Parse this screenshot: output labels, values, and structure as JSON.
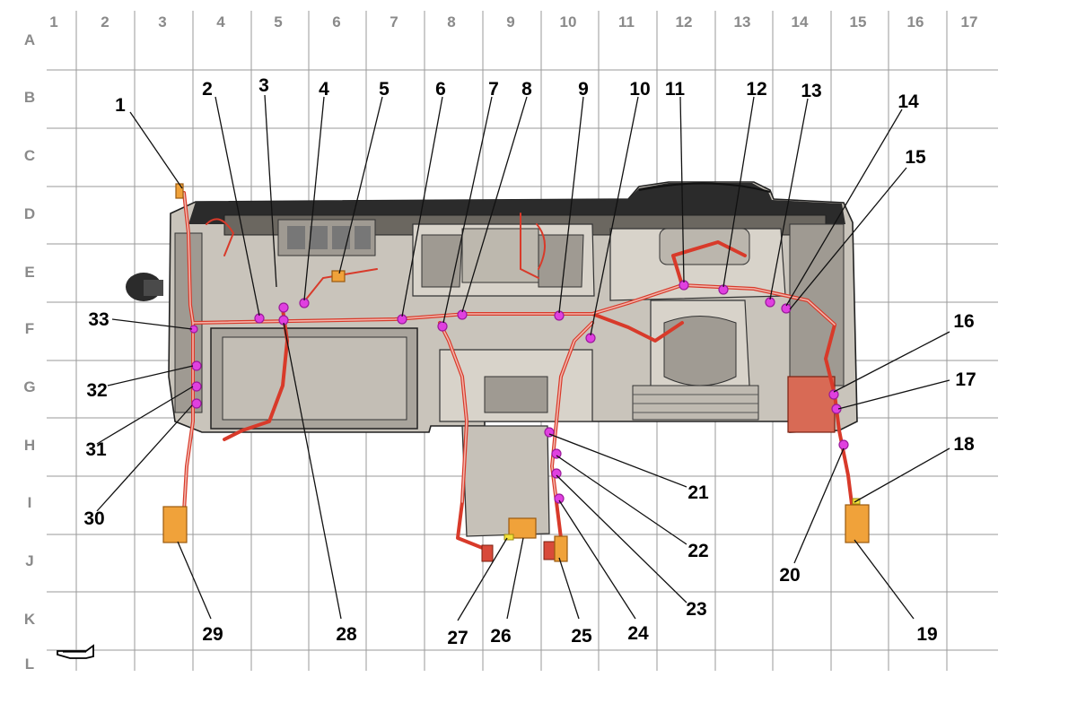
{
  "diagram": {
    "columns": [
      "1",
      "2",
      "3",
      "4",
      "5",
      "6",
      "7",
      "8",
      "9",
      "10",
      "11",
      "12",
      "13",
      "14",
      "15",
      "16",
      "17"
    ],
    "rows": [
      "A",
      "B",
      "C",
      "D",
      "E",
      "F",
      "G",
      "H",
      "I",
      "J",
      "K",
      "L"
    ],
    "callouts": [
      "1",
      "2",
      "3",
      "4",
      "5",
      "6",
      "7",
      "8",
      "9",
      "10",
      "11",
      "12",
      "13",
      "14",
      "15",
      "16",
      "17",
      "18",
      "19",
      "20",
      "21",
      "22",
      "23",
      "24",
      "25",
      "26",
      "27",
      "28",
      "29",
      "30",
      "31",
      "32",
      "33"
    ],
    "colors": {
      "harness": "#d83a2a",
      "connector": "#e040e0",
      "component": "#f0a23a",
      "panel": "#c9c4bb"
    },
    "icons": [
      "front-direction-arrow-icon"
    ]
  }
}
